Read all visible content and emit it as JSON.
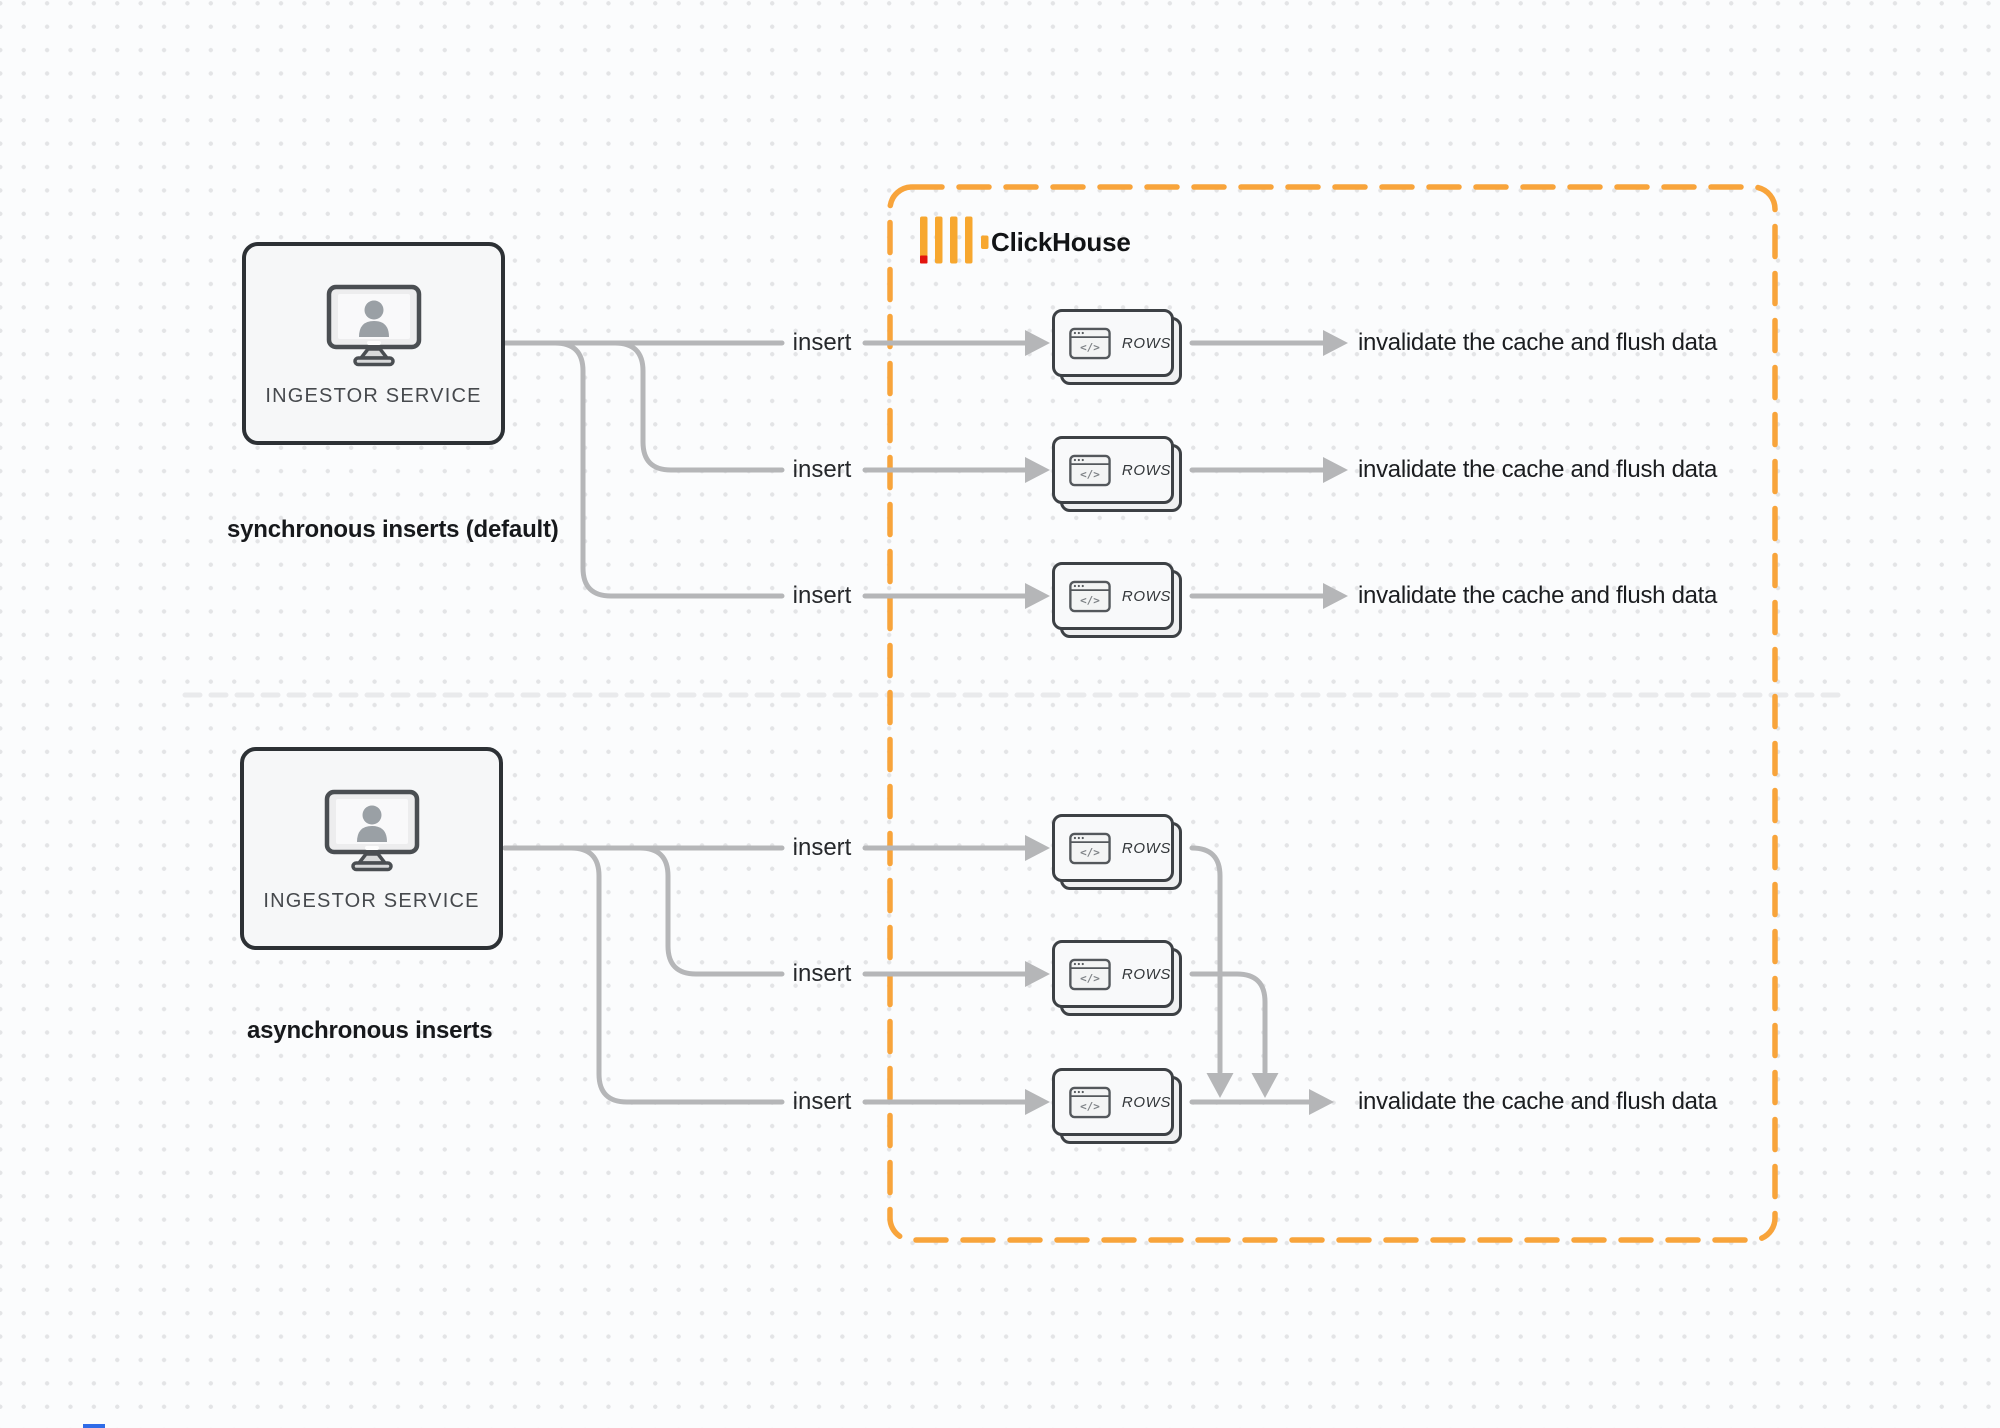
{
  "clickhouse": {
    "name": "ClickHouse",
    "logo_icon": "clickhouse-bars-logo",
    "brand_amber": "#F7A72F",
    "brand_red": "#E3140E"
  },
  "sync": {
    "section_label": "synchronous inserts (default)",
    "service_label": "INGESTOR SERVICE",
    "service_icon": "monitor-user-icon",
    "rows": [
      {
        "insert": "insert",
        "card": "ROWS",
        "result": "invalidate the cache and flush data"
      },
      {
        "insert": "insert",
        "card": "ROWS",
        "result": "invalidate the cache and flush data"
      },
      {
        "insert": "insert",
        "card": "ROWS",
        "result": "invalidate the cache and flush data"
      }
    ]
  },
  "async": {
    "section_label": "asynchronous inserts",
    "service_label": "INGESTOR SERVICE",
    "service_icon": "monitor-user-icon",
    "rows": [
      {
        "insert": "insert",
        "card": "ROWS"
      },
      {
        "insert": "insert",
        "card": "ROWS"
      },
      {
        "insert": "insert",
        "card": "ROWS"
      }
    ],
    "result": "invalidate the cache and flush data"
  },
  "ui": {
    "card_glyph": "</>",
    "card_icon": "code-window-icon",
    "wire_color": "#b5b6b8",
    "boundary_orange": "#F8A43B",
    "divider_color": "#e9eaec"
  }
}
